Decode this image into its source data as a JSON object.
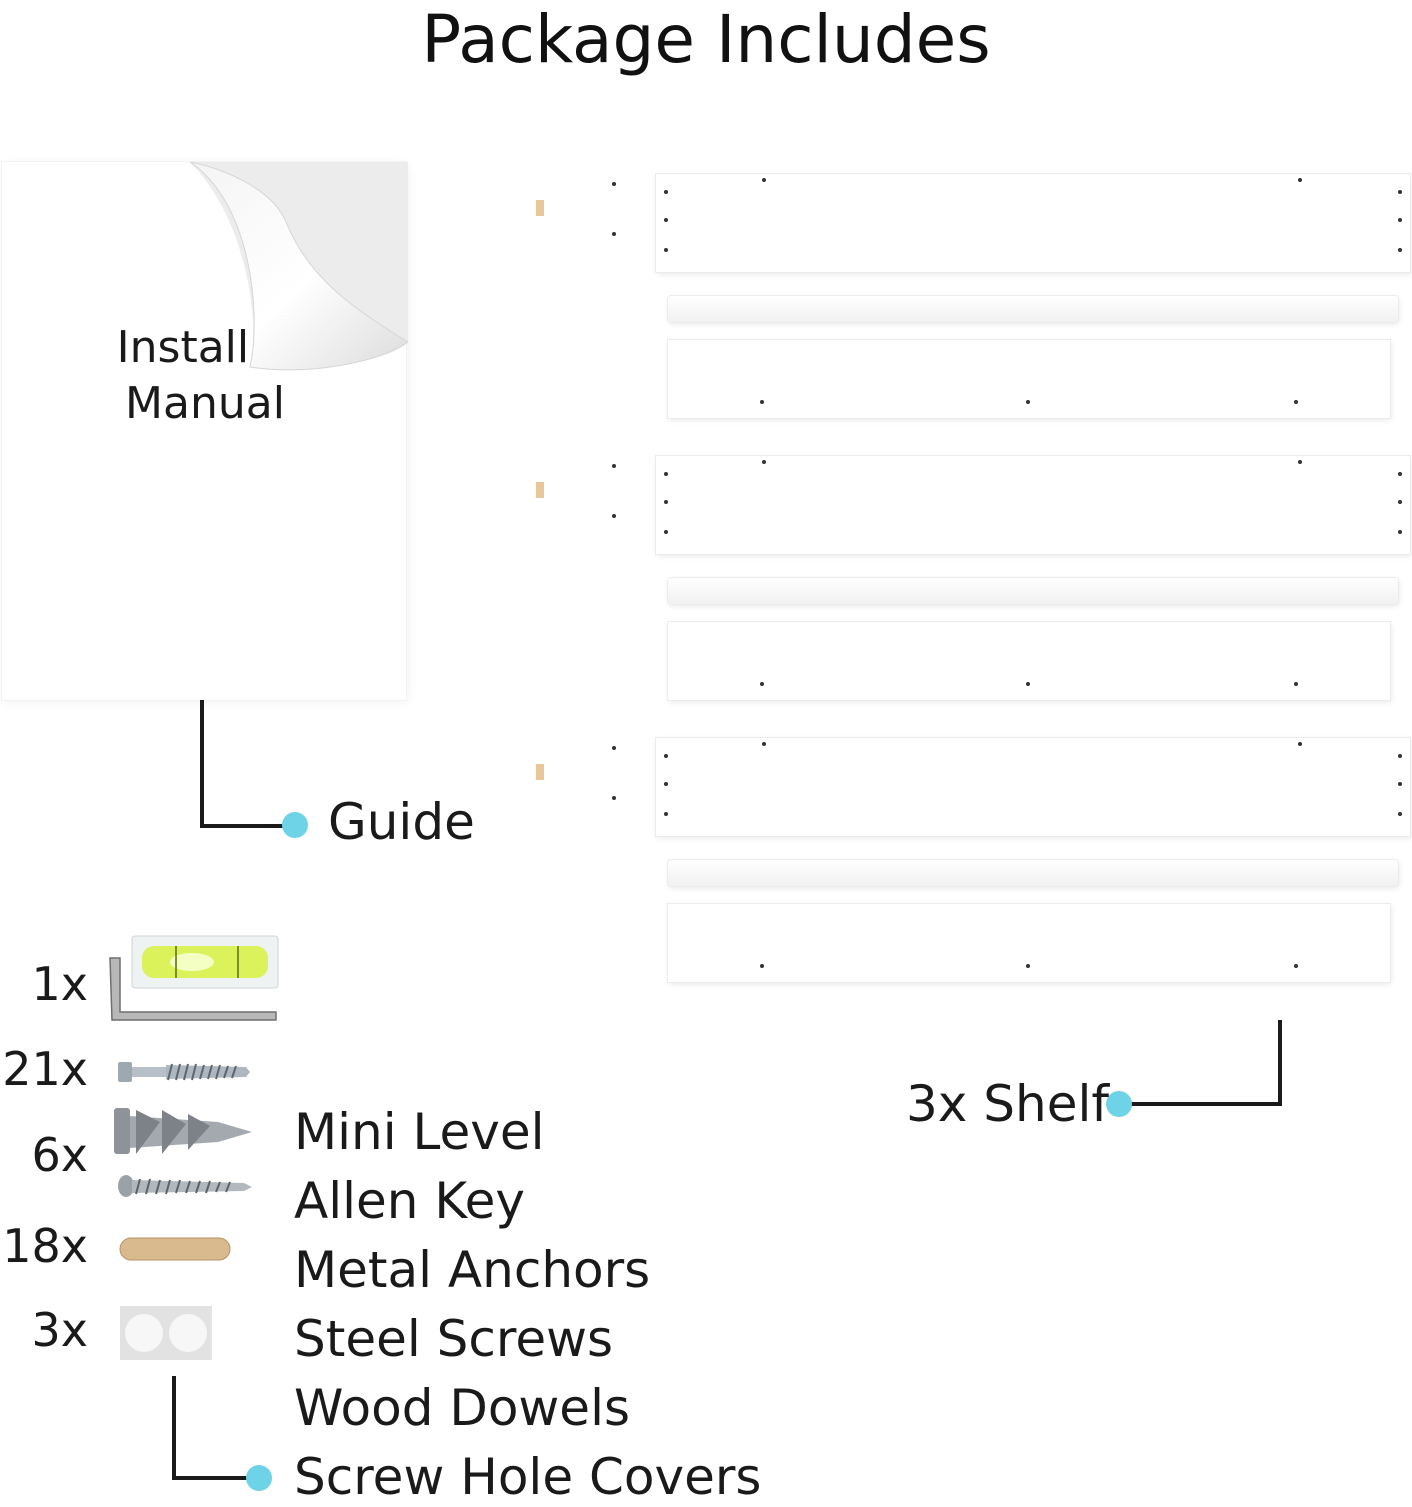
{
  "title": "Package Includes",
  "manual": {
    "text": "Installation Manual",
    "line1": "Installat",
    "line2": "Manual"
  },
  "callouts": {
    "guide": "Guide",
    "shelf": "3x Shelf"
  },
  "hardware": {
    "quantities": [
      "1x",
      "21x",
      "6x",
      "18x",
      "3x"
    ],
    "names": [
      "Mini Level",
      "Allen Key",
      "Metal Anchors",
      "Steel Screws",
      "Wood Dowels",
      "Screw Hole Covers"
    ]
  },
  "icons": [
    "manual-page-icon",
    "shelf-bracket-icon",
    "shelf-board-icon",
    "mini-level-icon",
    "allen-key-icon",
    "screw-icon",
    "metal-anchor-icon",
    "wood-dowel-icon",
    "hole-cover-icon"
  ],
  "colors": {
    "callout_dot": "#6ed3e6",
    "level_fluid": "#d8f24a",
    "dowel": "#d9b98e"
  }
}
